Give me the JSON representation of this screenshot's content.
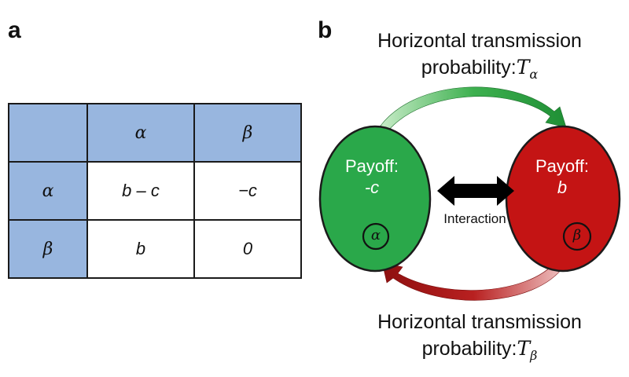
{
  "panel_a": {
    "label": "a",
    "payoff_table": {
      "col_headers": [
        "",
        "α",
        "β"
      ],
      "rows": [
        {
          "header": "α",
          "cells": [
            "b – c",
            "−c"
          ]
        },
        {
          "header": "β",
          "cells": [
            "b",
            "0"
          ]
        }
      ]
    }
  },
  "panel_b": {
    "label": "b",
    "top_caption": {
      "line1": "Horizontal transmission",
      "line2_prefix": "probability:",
      "symbol": "T",
      "subscript": "α"
    },
    "bottom_caption": {
      "line1": "Horizontal transmission",
      "line2_prefix": "probability:",
      "symbol": "T",
      "subscript": "β"
    },
    "node_alpha": {
      "payoff_label": "Payoff:",
      "payoff_value": "-c",
      "type_symbol": "α",
      "fill_color": "#2aa84a"
    },
    "node_beta": {
      "payoff_label": "Payoff:",
      "payoff_value": "b",
      "type_symbol": "β",
      "fill_color": "#c41414"
    },
    "interaction_label": "Interaction"
  }
}
